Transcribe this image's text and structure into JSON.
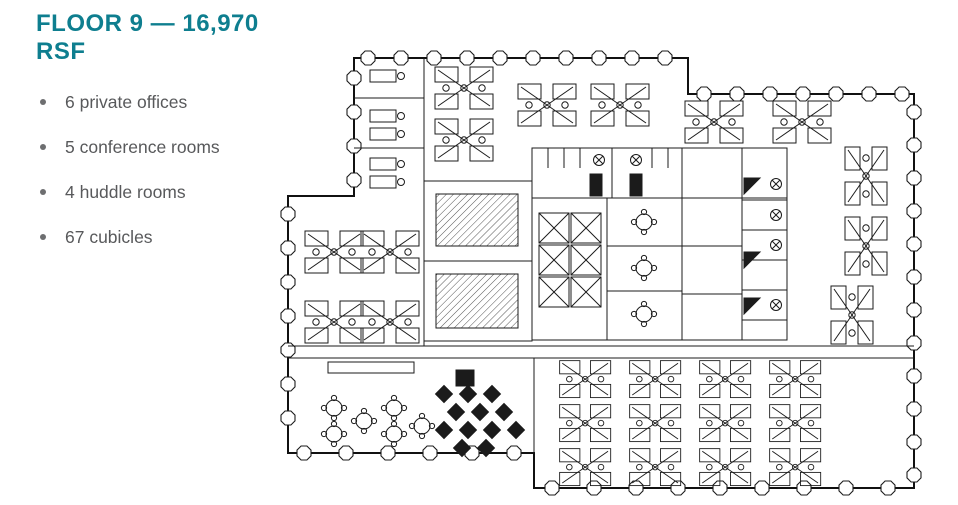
{
  "page": {
    "title": "FLOOR 9 — 16,970 RSF",
    "accent_color": "#0E7E8F",
    "text_color": "#58595B",
    "bullets": [
      "6 private offices",
      "5 conference rooms",
      "4 huddle rooms",
      "67 cubicles"
    ]
  },
  "floor_plan": {
    "line_color": "#1B1B1B"
  }
}
